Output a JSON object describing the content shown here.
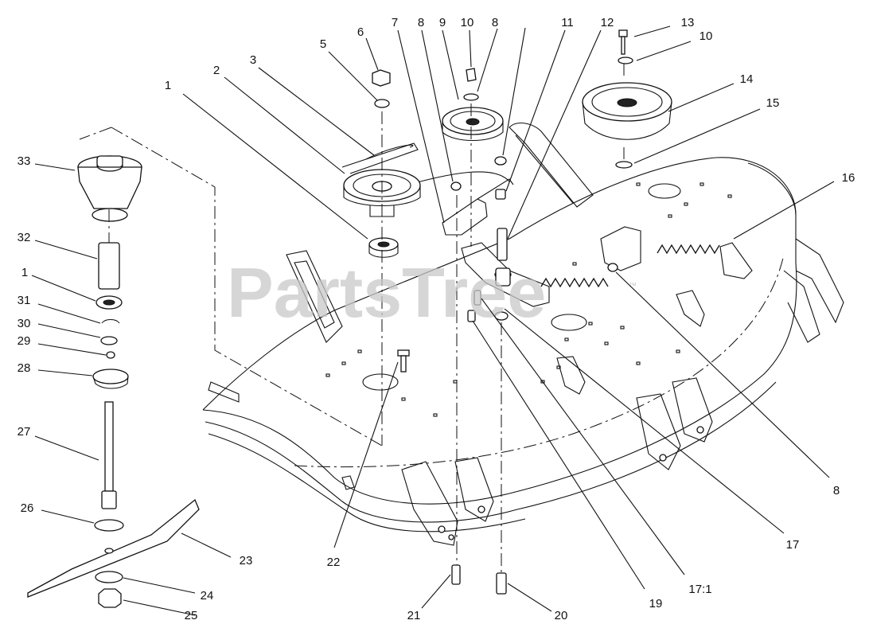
{
  "watermark": {
    "text": "PartsTree",
    "trademark": "™"
  },
  "callouts": [
    {
      "id": "c1a",
      "label": "1"
    },
    {
      "id": "c2",
      "label": "2"
    },
    {
      "id": "c3",
      "label": "3"
    },
    {
      "id": "c5",
      "label": "5"
    },
    {
      "id": "c6",
      "label": "6"
    },
    {
      "id": "c7",
      "label": "7"
    },
    {
      "id": "c8a",
      "label": "8"
    },
    {
      "id": "c9",
      "label": "9"
    },
    {
      "id": "c10a",
      "label": "10"
    },
    {
      "id": "c8b",
      "label": "8"
    },
    {
      "id": "c11",
      "label": "11"
    },
    {
      "id": "c12",
      "label": "12"
    },
    {
      "id": "c13",
      "label": "13"
    },
    {
      "id": "c10b",
      "label": "10"
    },
    {
      "id": "c14",
      "label": "14"
    },
    {
      "id": "c15",
      "label": "15"
    },
    {
      "id": "c16",
      "label": "16"
    },
    {
      "id": "c33",
      "label": "33"
    },
    {
      "id": "c32",
      "label": "32"
    },
    {
      "id": "c1b",
      "label": "1"
    },
    {
      "id": "c31",
      "label": "31"
    },
    {
      "id": "c30",
      "label": "30"
    },
    {
      "id": "c29",
      "label": "29"
    },
    {
      "id": "c28",
      "label": "28"
    },
    {
      "id": "c27",
      "label": "27"
    },
    {
      "id": "c26",
      "label": "26"
    },
    {
      "id": "c23",
      "label": "23"
    },
    {
      "id": "c24",
      "label": "24"
    },
    {
      "id": "c25",
      "label": "25"
    },
    {
      "id": "c22",
      "label": "22"
    },
    {
      "id": "c21",
      "label": "21"
    },
    {
      "id": "c20",
      "label": "20"
    },
    {
      "id": "c19",
      "label": "19"
    },
    {
      "id": "c171",
      "label": "17:1"
    },
    {
      "id": "c17",
      "label": "17"
    },
    {
      "id": "c8c",
      "label": "8"
    }
  ]
}
